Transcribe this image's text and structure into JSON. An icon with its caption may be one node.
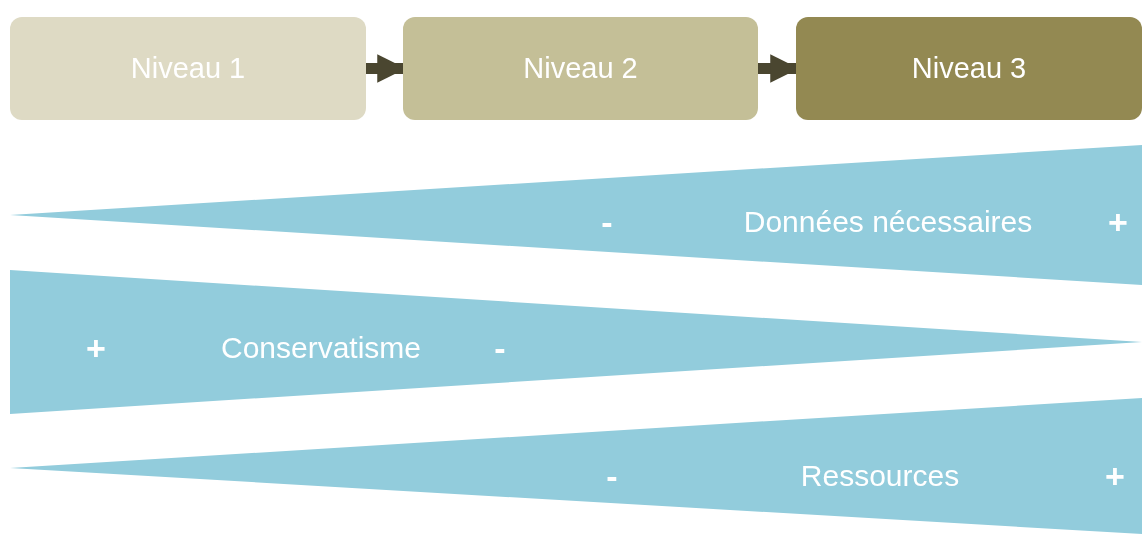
{
  "diagram": {
    "nodes": [
      {
        "text": [
          "Niveau 1"
        ]
      },
      {
        "text": [
          "Niveau 2"
        ]
      },
      {
        "text": [
          "Niveau 3"
        ]
      },
      {
        "text": [
          "-",
          "Données nécessaires",
          "+"
        ]
      },
      {
        "text": [
          "+",
          "Conservatisme",
          "-"
        ]
      },
      {
        "text": [
          "-",
          "Ressources",
          "+"
        ]
      }
    ],
    "edges": [
      {
        "from": 0,
        "to": 1,
        "arrow": "to"
      },
      {
        "from": 1,
        "to": 2,
        "arrow": "to"
      }
    ]
  }
}
